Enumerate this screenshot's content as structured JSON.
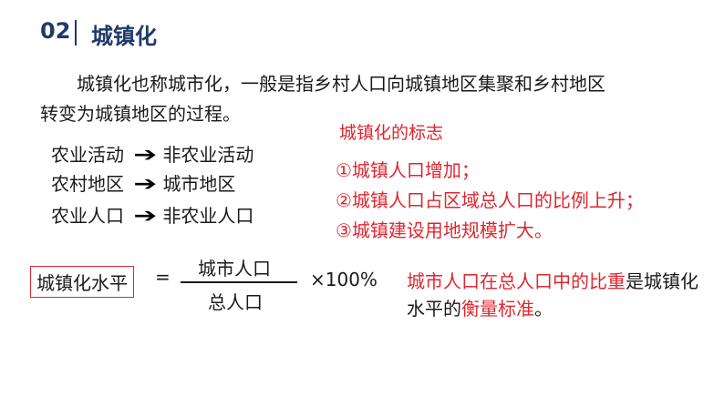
{
  "header": {
    "section_number": "02",
    "title": "城镇化"
  },
  "definition": {
    "line1": "城镇化也称城市化，一般是指乡村人口向城镇地区集聚和乡村地区",
    "line2": "转变为城镇地区的过程。"
  },
  "transitions": [
    {
      "from": "农业活动",
      "to": "非农业活动"
    },
    {
      "from": "农村地区",
      "to": "城市地区"
    },
    {
      "from": "农业人口",
      "to": "非农业人口"
    }
  ],
  "signs": {
    "title": "城镇化的标志",
    "items": [
      "①城镇人口增加；",
      "②城镇人口占区域总人口的比例上升；",
      "③城镇建设用地规模扩大。"
    ]
  },
  "formula": {
    "label": "城镇化水平",
    "equals": "=",
    "numerator": "城市人口",
    "denominator": "总人口",
    "multiplier": "×100%"
  },
  "note": {
    "part1": "城市人口在总人口中的比重",
    "part2": "是城镇化水平的",
    "part3": "衡量标准",
    "part4": "。"
  },
  "colors": {
    "accent": "#e0262f",
    "heading": "#1f3a6b"
  }
}
